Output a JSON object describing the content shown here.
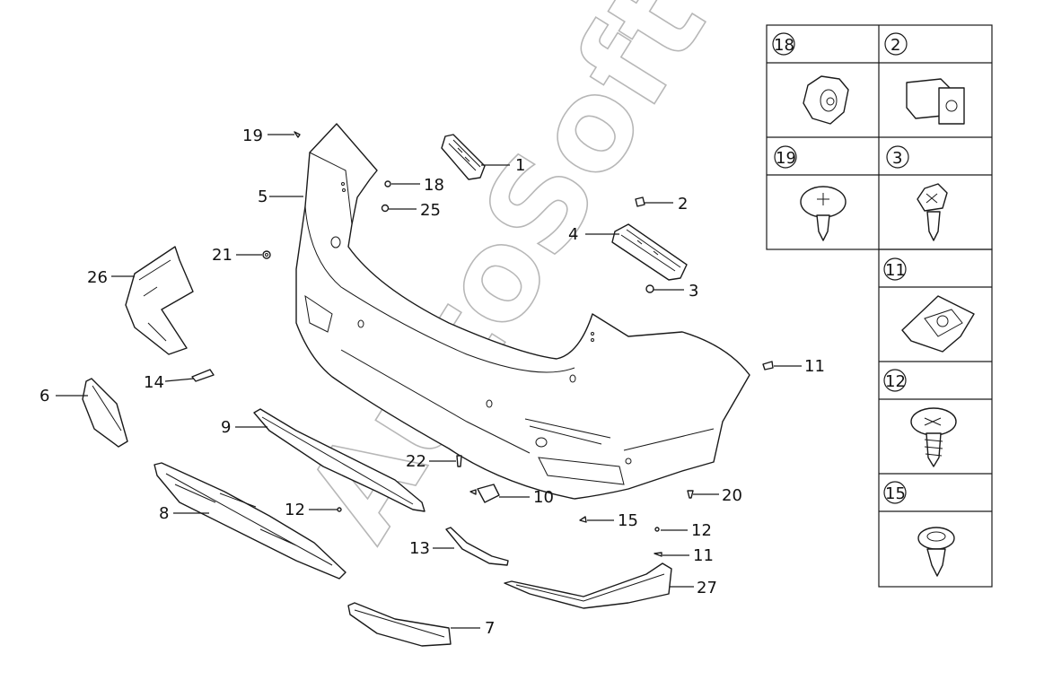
{
  "watermark": "AutoSoft",
  "callouts": {
    "c1": "1",
    "c2": "2",
    "c3": "3",
    "c4": "4",
    "c5": "5",
    "c6": "6",
    "c7": "7",
    "c8": "8",
    "c9": "9",
    "c10": "10",
    "c11a": "11",
    "c11b": "11",
    "c12a": "12",
    "c12b": "12",
    "c13": "13",
    "c14": "14",
    "c15": "15",
    "c18": "18",
    "c19": "19",
    "c20": "20",
    "c21": "21",
    "c22": "22",
    "c25": "25",
    "c26": "26",
    "c27": "27"
  },
  "legend": {
    "l18": "18",
    "l2": "2",
    "l19": "19",
    "l3": "3",
    "l11": "11",
    "l12": "12",
    "l15": "15"
  }
}
